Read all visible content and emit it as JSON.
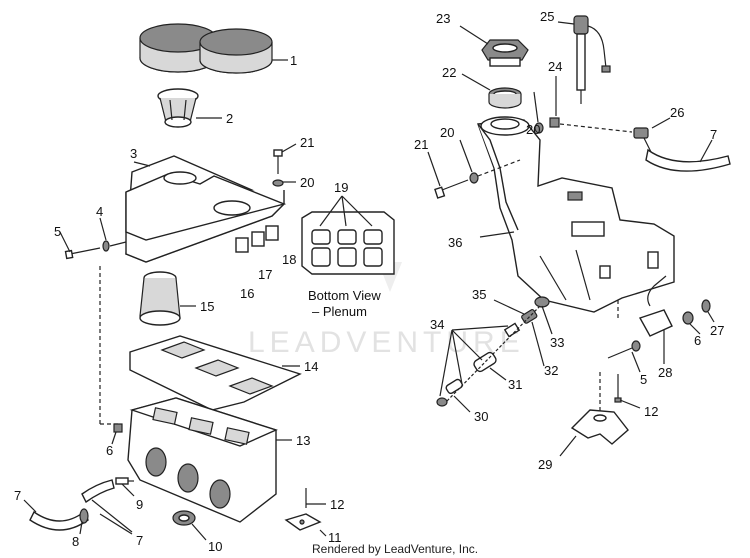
{
  "diagram": {
    "callouts": {
      "left": {
        "c1": "1",
        "c2": "2",
        "c3": "3",
        "c4": "4",
        "c5": "5",
        "c6": "6",
        "c7a": "7",
        "c7b": "7",
        "c8": "8",
        "c9": "9",
        "c10": "10",
        "c11": "11",
        "c12": "12",
        "c13": "13",
        "c14": "14",
        "c15": "15",
        "c16": "16",
        "c17": "17",
        "c18": "18",
        "c19": "19",
        "c20": "20",
        "c21": "21"
      },
      "right": {
        "c20a": "20",
        "c20b": "20",
        "c21": "21",
        "c22": "22",
        "c23": "23",
        "c24": "24",
        "c25": "25",
        "c26": "26",
        "c7": "7",
        "c27": "27",
        "c6": "6",
        "c28": "28",
        "c5": "5",
        "c12": "12",
        "c29": "29",
        "c30": "30",
        "c31": "31",
        "c32": "32",
        "c33": "33",
        "c34": "34",
        "c35": "35",
        "c36": "36"
      }
    },
    "inset_caption_line1": "Bottom View",
    "inset_caption_line2": "– Plenum",
    "watermark": "LEADVENTURE",
    "footer": "Rendered by LeadVenture, Inc."
  }
}
